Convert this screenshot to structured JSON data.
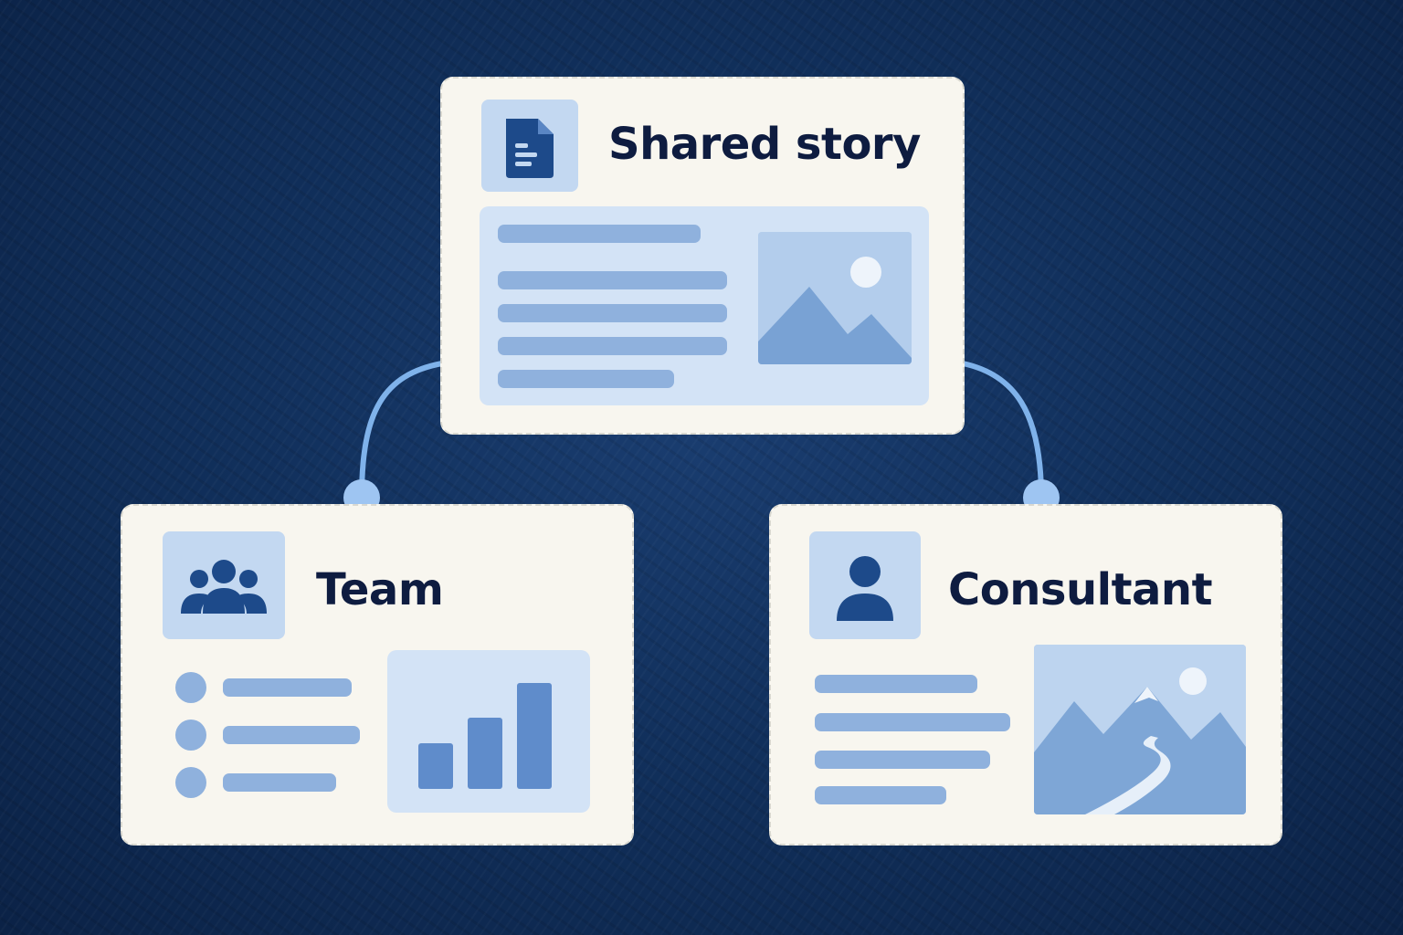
{
  "nodes": {
    "shared_story": {
      "title": "Shared story",
      "icon": "document-icon"
    },
    "team": {
      "title": "Team",
      "icon": "group-icon"
    },
    "consultant": {
      "title": "Consultant",
      "icon": "person-icon"
    }
  },
  "edges": [
    {
      "from": "shared_story",
      "to": "team"
    },
    {
      "from": "shared_story",
      "to": "consultant"
    }
  ],
  "colors": {
    "background": "#0f2a52",
    "card": "#f8f6ef",
    "accent": "#8fb1dd",
    "icon": "#1d4a8a",
    "connector": "#7fb2ea"
  }
}
